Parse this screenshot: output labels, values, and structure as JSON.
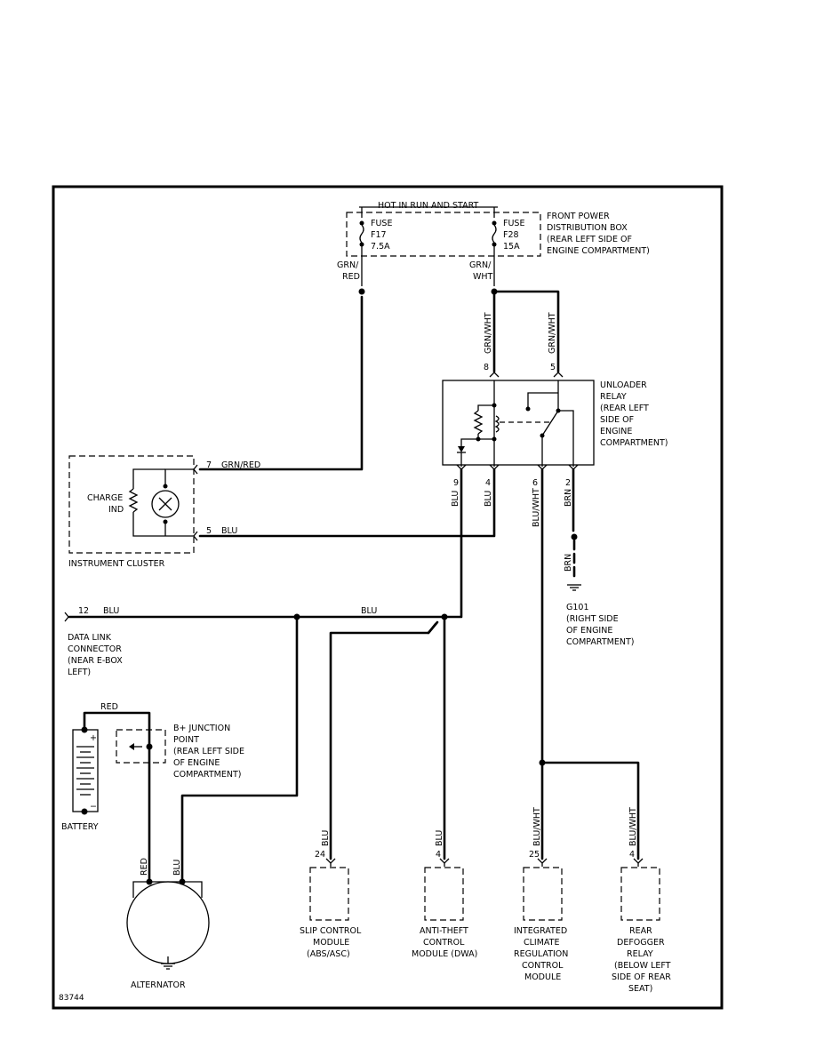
{
  "diagram": {
    "id": "83744",
    "hot_label": "HOT IN RUN AND START",
    "fuse_box": {
      "label": [
        "FRONT POWER",
        "DISTRIBUTION BOX",
        "(REAR LEFT SIDE OF",
        "ENGINE COMPARTMENT)"
      ],
      "fuse1": [
        "FUSE",
        "F17",
        "7.5A"
      ],
      "fuse2": [
        "FUSE",
        "F28",
        "15A"
      ]
    },
    "relay": {
      "label": [
        "UNLOADER",
        "RELAY",
        "(REAR LEFT",
        "SIDE OF",
        "ENGINE",
        "COMPARTMENT)"
      ]
    },
    "cluster": {
      "label": "INSTRUMENT CLUSTER",
      "indicator": [
        "CHARGE",
        "IND"
      ],
      "pin7": "7",
      "pin7_wire": "GRN/RED",
      "pin5": "5",
      "pin5_wire": "BLU"
    },
    "ground": {
      "name": "G101",
      "label": [
        "(RIGHT SIDE",
        "OF ENGINE",
        "COMPARTMENT)"
      ]
    },
    "data_link": {
      "pin": "12",
      "wire": "BLU",
      "label": [
        "DATA LINK",
        "CONNECTOR",
        "(NEAR E-BOX",
        "LEFT)"
      ]
    },
    "bus_wire": "BLU",
    "battery": {
      "label": "BATTERY",
      "wire": "RED",
      "plus": "+",
      "minus": "−"
    },
    "junction": {
      "label": [
        "B+ JUNCTION",
        "POINT",
        "(REAR LEFT SIDE",
        "OF ENGINE",
        "COMPARTMENT)"
      ]
    },
    "alternator": {
      "label": "ALTERNATOR",
      "wire1": "RED",
      "wire2": "BLU"
    },
    "wires": {
      "fuse1_out": [
        "GRN/",
        "RED"
      ],
      "fuse2_out": [
        "GRN/",
        "WHT"
      ],
      "relay8": "GRN/WHT",
      "relay5": "GRN/WHT",
      "pin8": "8",
      "pin5": "5",
      "relay9": "BLU",
      "relay9_pin": "9",
      "relay4": "BLU",
      "relay4_pin": "4",
      "relay6": "BLU/WHT",
      "relay6_pin": "6",
      "relay2": "BRN",
      "relay2_pin": "2",
      "brn_lower": "BRN"
    },
    "modules": [
      {
        "pin": "24",
        "wire": "BLU",
        "label": [
          "SLIP CONTROL",
          "MODULE",
          "(ABS/ASC)"
        ]
      },
      {
        "pin": "4",
        "wire": "BLU",
        "label": [
          "ANTI-THEFT",
          "CONTROL",
          "MODULE (DWA)"
        ]
      },
      {
        "pin": "25",
        "wire": "BLU/WHT",
        "label": [
          "INTEGRATED",
          "CLIMATE",
          "REGULATION",
          "CONTROL",
          "MODULE"
        ]
      },
      {
        "pin": "4",
        "wire": "BLU/WHT",
        "label": [
          "REAR",
          "DEFOGGER",
          "RELAY",
          "(BELOW LEFT",
          "SIDE OF REAR",
          "SEAT)"
        ]
      }
    ]
  }
}
